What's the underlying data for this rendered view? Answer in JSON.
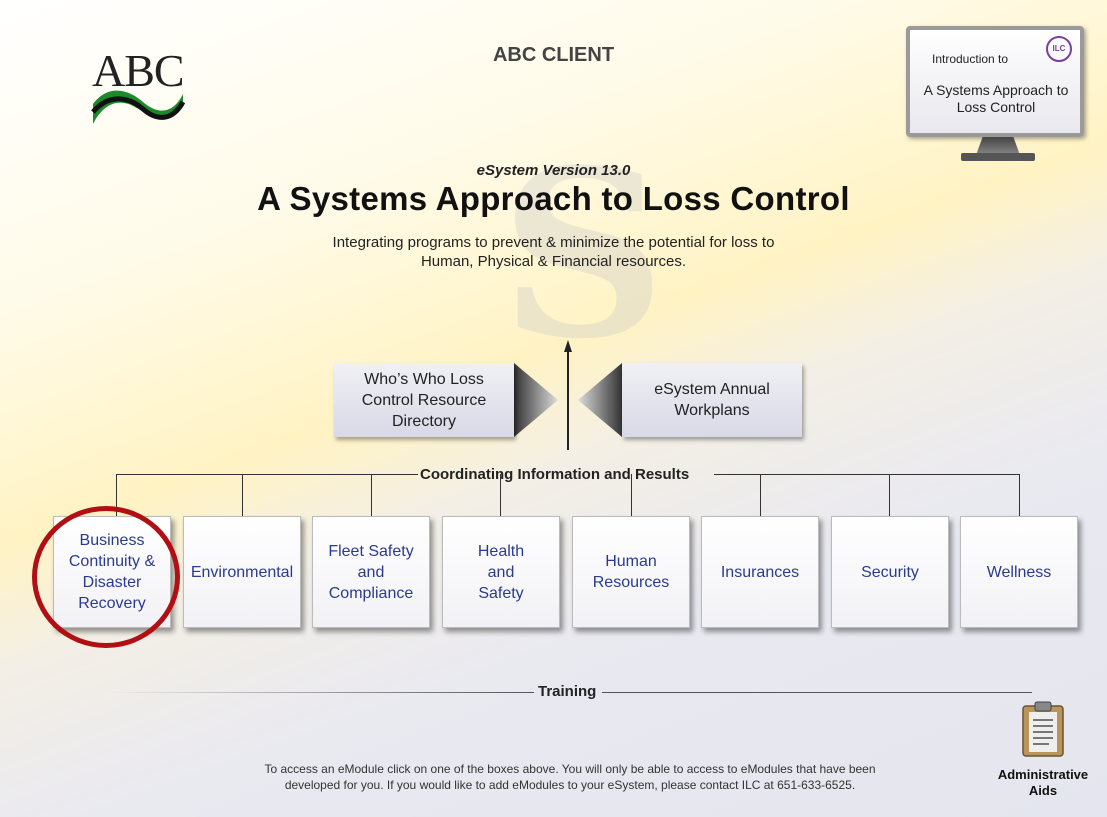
{
  "header": {
    "logo_text": "ABC",
    "client_name": "ABC CLIENT"
  },
  "monitor": {
    "intro": "Introduction to",
    "title": "A Systems Approach to Loss Control",
    "badge": "ILC"
  },
  "hero": {
    "version": "eSystem Version 13.0",
    "title": "A Systems Approach to Loss Control",
    "subtitle_line1": "Integrating programs to prevent & minimize the potential for loss to",
    "subtitle_line2": "Human, Physical & Financial resources."
  },
  "side_boxes": {
    "left": "Who’s Who Loss Control Resource Directory",
    "right": "eSystem Annual Workplans"
  },
  "coordinating_label": "Coordinating Information and Results",
  "modules": [
    {
      "label": "Business Continuity & Disaster Recovery",
      "highlighted": true
    },
    {
      "label": "Environmental"
    },
    {
      "label": "Fleet Safety and Compliance"
    },
    {
      "label": "Health and Safety"
    },
    {
      "label": "Human Resources"
    },
    {
      "label": "Insurances"
    },
    {
      "label": "Security"
    },
    {
      "label": "Wellness"
    }
  ],
  "training_label": "Training",
  "footer": {
    "line1": "To access an eModule click on one of the boxes above.  You will only be able to access to eModules that have been",
    "line2": "developed for you.  If you would like to add eModules to your eSystem, please contact ILC at 651-633-6525."
  },
  "admin": {
    "label_line1": "Administrative",
    "label_line2": "Aids",
    "icon": "clipboard-icon"
  },
  "colors": {
    "module_text": "#2a3b8f",
    "highlight": "#b20f15"
  }
}
